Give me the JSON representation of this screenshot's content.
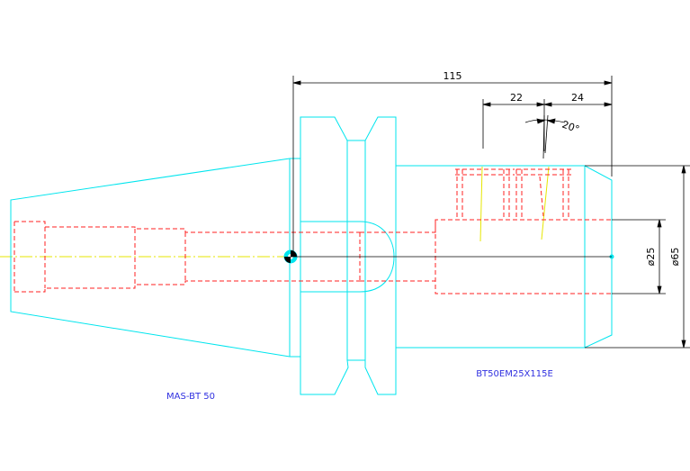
{
  "drawing": {
    "dimensions": {
      "overall_length": "115",
      "slot_width": "22",
      "slot_offset": "24",
      "angle": "20°",
      "bore_diameter": "ø25",
      "outer_diameter": "ø65"
    },
    "labels": {
      "shank_standard": "MAS-BT 50",
      "part_number": "BT50EM25X115E"
    },
    "colors": {
      "outline": "#00e5ee",
      "hidden": "#ff2020",
      "centerline": "#e6e600",
      "dimension": "#000000",
      "annotation": "#3030e0"
    }
  }
}
